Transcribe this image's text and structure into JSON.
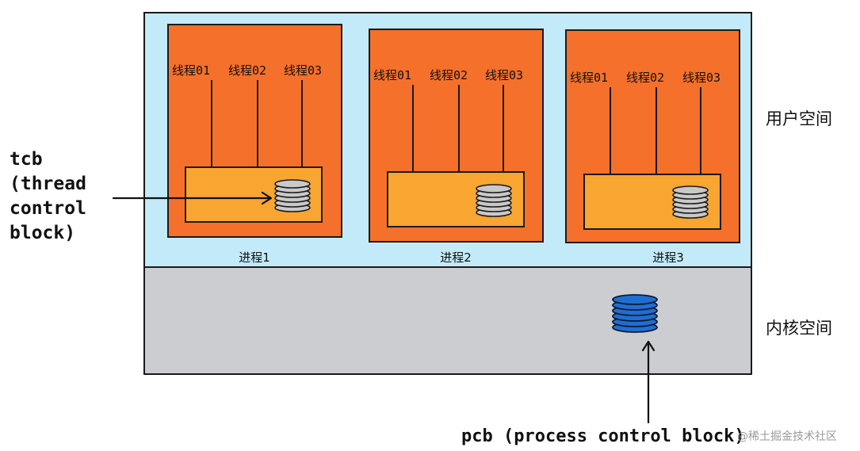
{
  "user_space_label": "用户空间",
  "kernel_space_label": "内核空间",
  "processes": [
    {
      "name": "进程1",
      "threads": [
        "线程01",
        "线程02",
        "线程03"
      ]
    },
    {
      "name": "进程2",
      "threads": [
        "线程01",
        "线程02",
        "线程03"
      ]
    },
    {
      "name": "进程3",
      "threads": [
        "线程01",
        "线程02",
        "线程03"
      ]
    }
  ],
  "tcb_note": "tcb\n(thread\ncontrol\nblock)",
  "pcb_note": "pcb (process control block)",
  "watermark": "@稀土掘金技术社区",
  "colors": {
    "user_space": "#c3eaf8",
    "kernel_space": "#cbcdd1",
    "process": "#f5702b",
    "tcb_box": "#f8a532",
    "tcb_stack": "#c9c9c9",
    "pcb_stack": "#1f6fd1"
  }
}
